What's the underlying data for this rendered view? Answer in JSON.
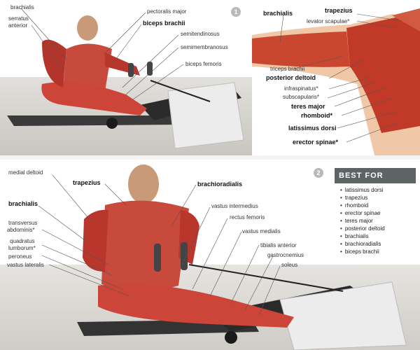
{
  "panel1": {
    "badge": "1",
    "labels": {
      "brachialis": "brachialis",
      "serratus": "serratus",
      "anterior": "anterior",
      "pectoralis_major": "pectoralis major",
      "biceps_brachii": "biceps brachii",
      "semitendinosus": "semitendinosus",
      "semimembranosus": "semimembranosus",
      "biceps_femoris": "biceps femoris"
    }
  },
  "panel2": {
    "labels": {
      "brachialis": "brachialis",
      "trapezius": "trapezius",
      "levator_scapulae": "levator scapulae*",
      "triceps_brachii": "triceps brachii",
      "posterior_deltoid": "posterior deltoid",
      "infraspinatus": "infraspinatus*",
      "subscapularis": "subscapularis*",
      "teres_major": "teres major",
      "rhomboid": "rhomboid*",
      "latissimus_dorsi": "latissimus dorsi",
      "erector_spinae": "erector spinae*"
    }
  },
  "panel3": {
    "badge": "2",
    "labels": {
      "medial_deltoid": "medial deltoid",
      "trapezius": "trapezius",
      "brachialis": "brachialis",
      "transversus": "transversus",
      "abdominis": "abdominis*",
      "quadratus": "quadratus",
      "lumborum": "lumborum*",
      "peroneus": "peroneus",
      "vastus_lateralis": "vastus lateralis",
      "brachioradialis": "brachioradialis",
      "vastus_intermedius": "vastus intermedius",
      "rectus_femoris": "rectus femoris",
      "vastus_medialis": "vastus medialis",
      "tibialis_anterior": "tibialis anterior",
      "gastrocnemius": "gastrocnemius",
      "soleus": "soleus"
    }
  },
  "best_for": {
    "title": "BEST FOR",
    "items": [
      "latissimus dorsi",
      "trapezius",
      "rhomboid",
      "erector spinae",
      "teres major",
      "posterior deltoid",
      "brachialis",
      "brachioradialis",
      "biceps brachii"
    ]
  }
}
